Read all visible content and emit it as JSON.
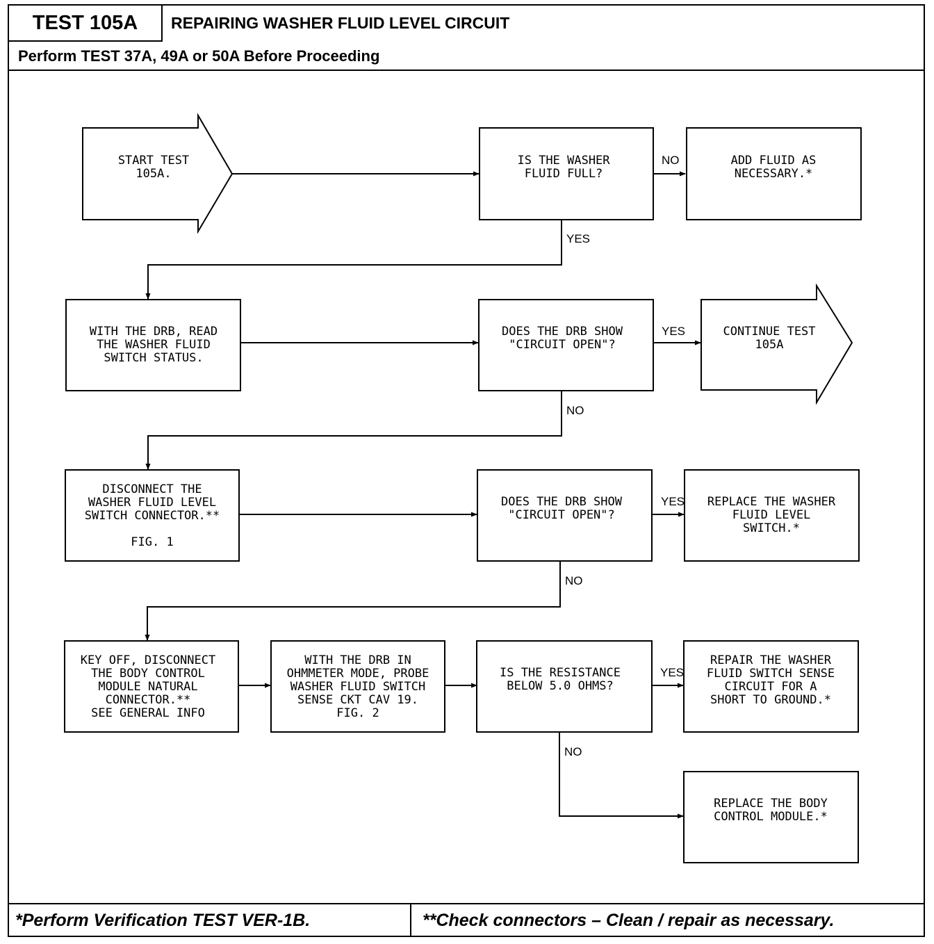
{
  "header": {
    "test_id": "TEST 105A",
    "title": "REPAIRING WASHER FLUID LEVEL CIRCUIT",
    "prerequisite": "Perform TEST 37A, 49A or 50A Before Proceeding"
  },
  "footer": {
    "note_single": "*Perform Verification TEST VER-1B.",
    "note_double": "**Check connectors – Clean / repair as necessary."
  },
  "nodes": {
    "start": [
      "START TEST",
      "105A."
    ],
    "q_full": [
      "IS THE WASHER",
      "FLUID FULL?"
    ],
    "add_fluid": [
      "ADD FLUID AS",
      "NECESSARY.*"
    ],
    "read_status": [
      "WITH THE DRB, READ",
      "THE WASHER FLUID",
      "SWITCH STATUS."
    ],
    "q_open1": [
      "DOES THE DRB SHOW",
      "\"CIRCUIT OPEN\"?"
    ],
    "continue": [
      "CONTINUE TEST",
      "105A"
    ],
    "disconnect_switch": [
      "DISCONNECT THE",
      "WASHER FLUID LEVEL",
      "SWITCH CONNECTOR.**",
      "",
      "FIG. 1"
    ],
    "q_open2": [
      "DOES THE DRB SHOW",
      "\"CIRCUIT OPEN\"?"
    ],
    "replace_switch": [
      "REPLACE THE WASHER",
      "FLUID LEVEL",
      "SWITCH.*"
    ],
    "key_off": [
      "KEY OFF, DISCONNECT",
      "THE BODY CONTROL",
      "MODULE NATURAL",
      "CONNECTOR.**",
      "SEE GENERAL INFO"
    ],
    "ohmmeter": [
      "WITH THE DRB IN",
      "OHMMETER MODE, PROBE",
      "WASHER FLUID SWITCH",
      "SENSE CKT CAV 19.",
      "FIG. 2"
    ],
    "q_resistance": [
      "IS THE RESISTANCE",
      "BELOW 5.0 OHMS?"
    ],
    "repair_short": [
      "REPAIR THE WASHER",
      "FLUID SWITCH SENSE",
      "CIRCUIT FOR A",
      "SHORT TO GROUND.*"
    ],
    "replace_bcm": [
      "REPLACE THE BODY",
      "CONTROL MODULE.*"
    ]
  },
  "edge_labels": {
    "q_full_no": "NO",
    "q_full_yes": "YES",
    "q_open1_yes": "YES",
    "q_open1_no": "NO",
    "q_open2_yes": "YES",
    "q_open2_no": "NO",
    "q_resistance_yes": "YES",
    "q_resistance_no": "NO"
  }
}
